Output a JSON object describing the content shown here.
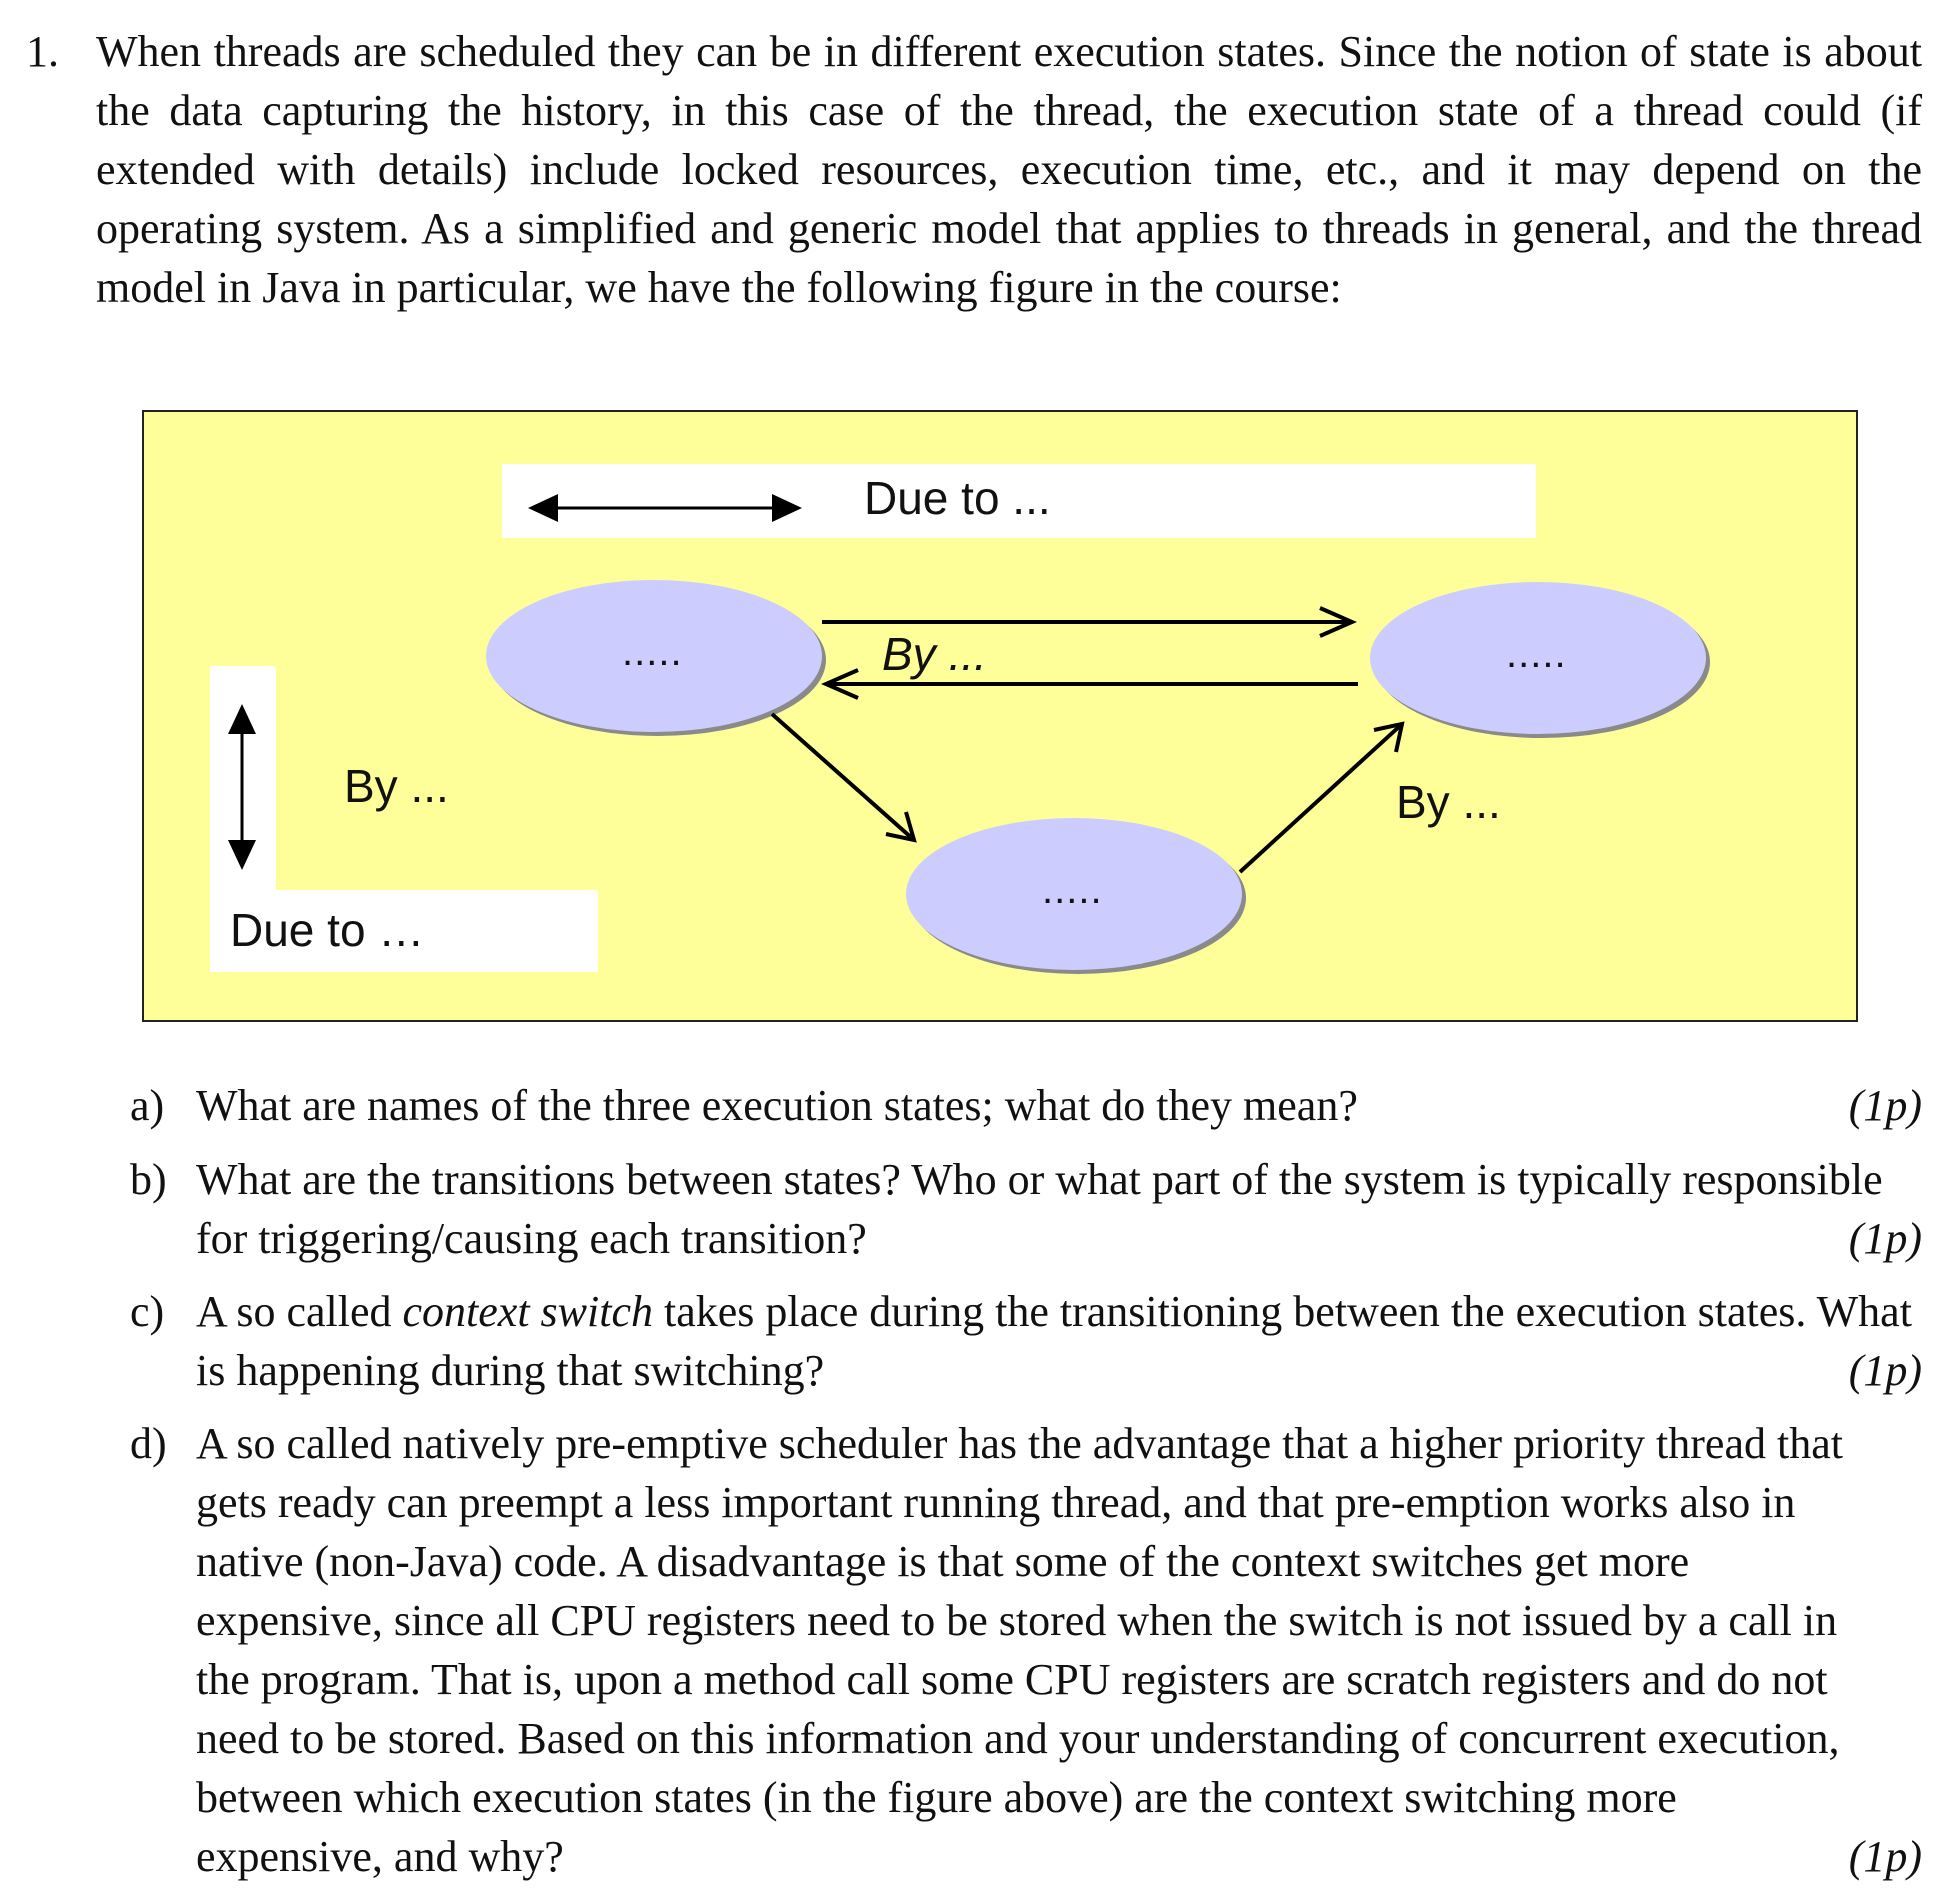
{
  "question": {
    "number": "1.",
    "intro": "When threads are scheduled they can be in different execution states. Since the notion of state is about the data capturing the history, in this case of the thread, the execution state of a thread could (if extended with details) include locked resources, execution time, etc., and it may depend on the operating system. As a simplified and generic model that applies to threads in general, and the thread model in Java in particular, we have the following figure in the course:"
  },
  "figure": {
    "legend_top": "Due to ...",
    "legend_left_by": "By ...",
    "legend_left_due": "Due to …",
    "state_left": ".....",
    "state_right": ".....",
    "state_bottom": ".....",
    "label_between": "By ...",
    "label_right": "By ...",
    "colors": {
      "background": "#ffff99",
      "state_fill": "#ccccff",
      "box": "#ffffff"
    }
  },
  "subquestions": [
    {
      "label": "a)",
      "text": "What are names of the three execution states; what do they mean?",
      "points": "(1p)"
    },
    {
      "label": "b)",
      "text": "What are the transitions between states? Who or what part of the system is typically responsible for triggering/causing each transition?",
      "points": "(1p)"
    },
    {
      "label": "c)",
      "text_pre": "A so called ",
      "text_em": "context switch",
      "text_post": " takes place during the transitioning between the execution states. What is happening during that switching?",
      "points": "(1p)"
    },
    {
      "label": "d)",
      "text": "A so called natively pre-emptive scheduler has the advantage that a higher priority thread that gets ready can preempt a less important running thread, and that pre-emption works also in native (non-Java) code. A disadvantage is that some of the context switches get more expensive, since all CPU registers need to be stored when the switch is not issued by a call in the program. That is, upon a method call some CPU registers are scratch registers and do not need to be stored. Based on this information and your understanding of concurrent execution, between which execution states (in the figure above) are the context switching more expensive, and why?",
      "points": "(1p)"
    }
  ]
}
